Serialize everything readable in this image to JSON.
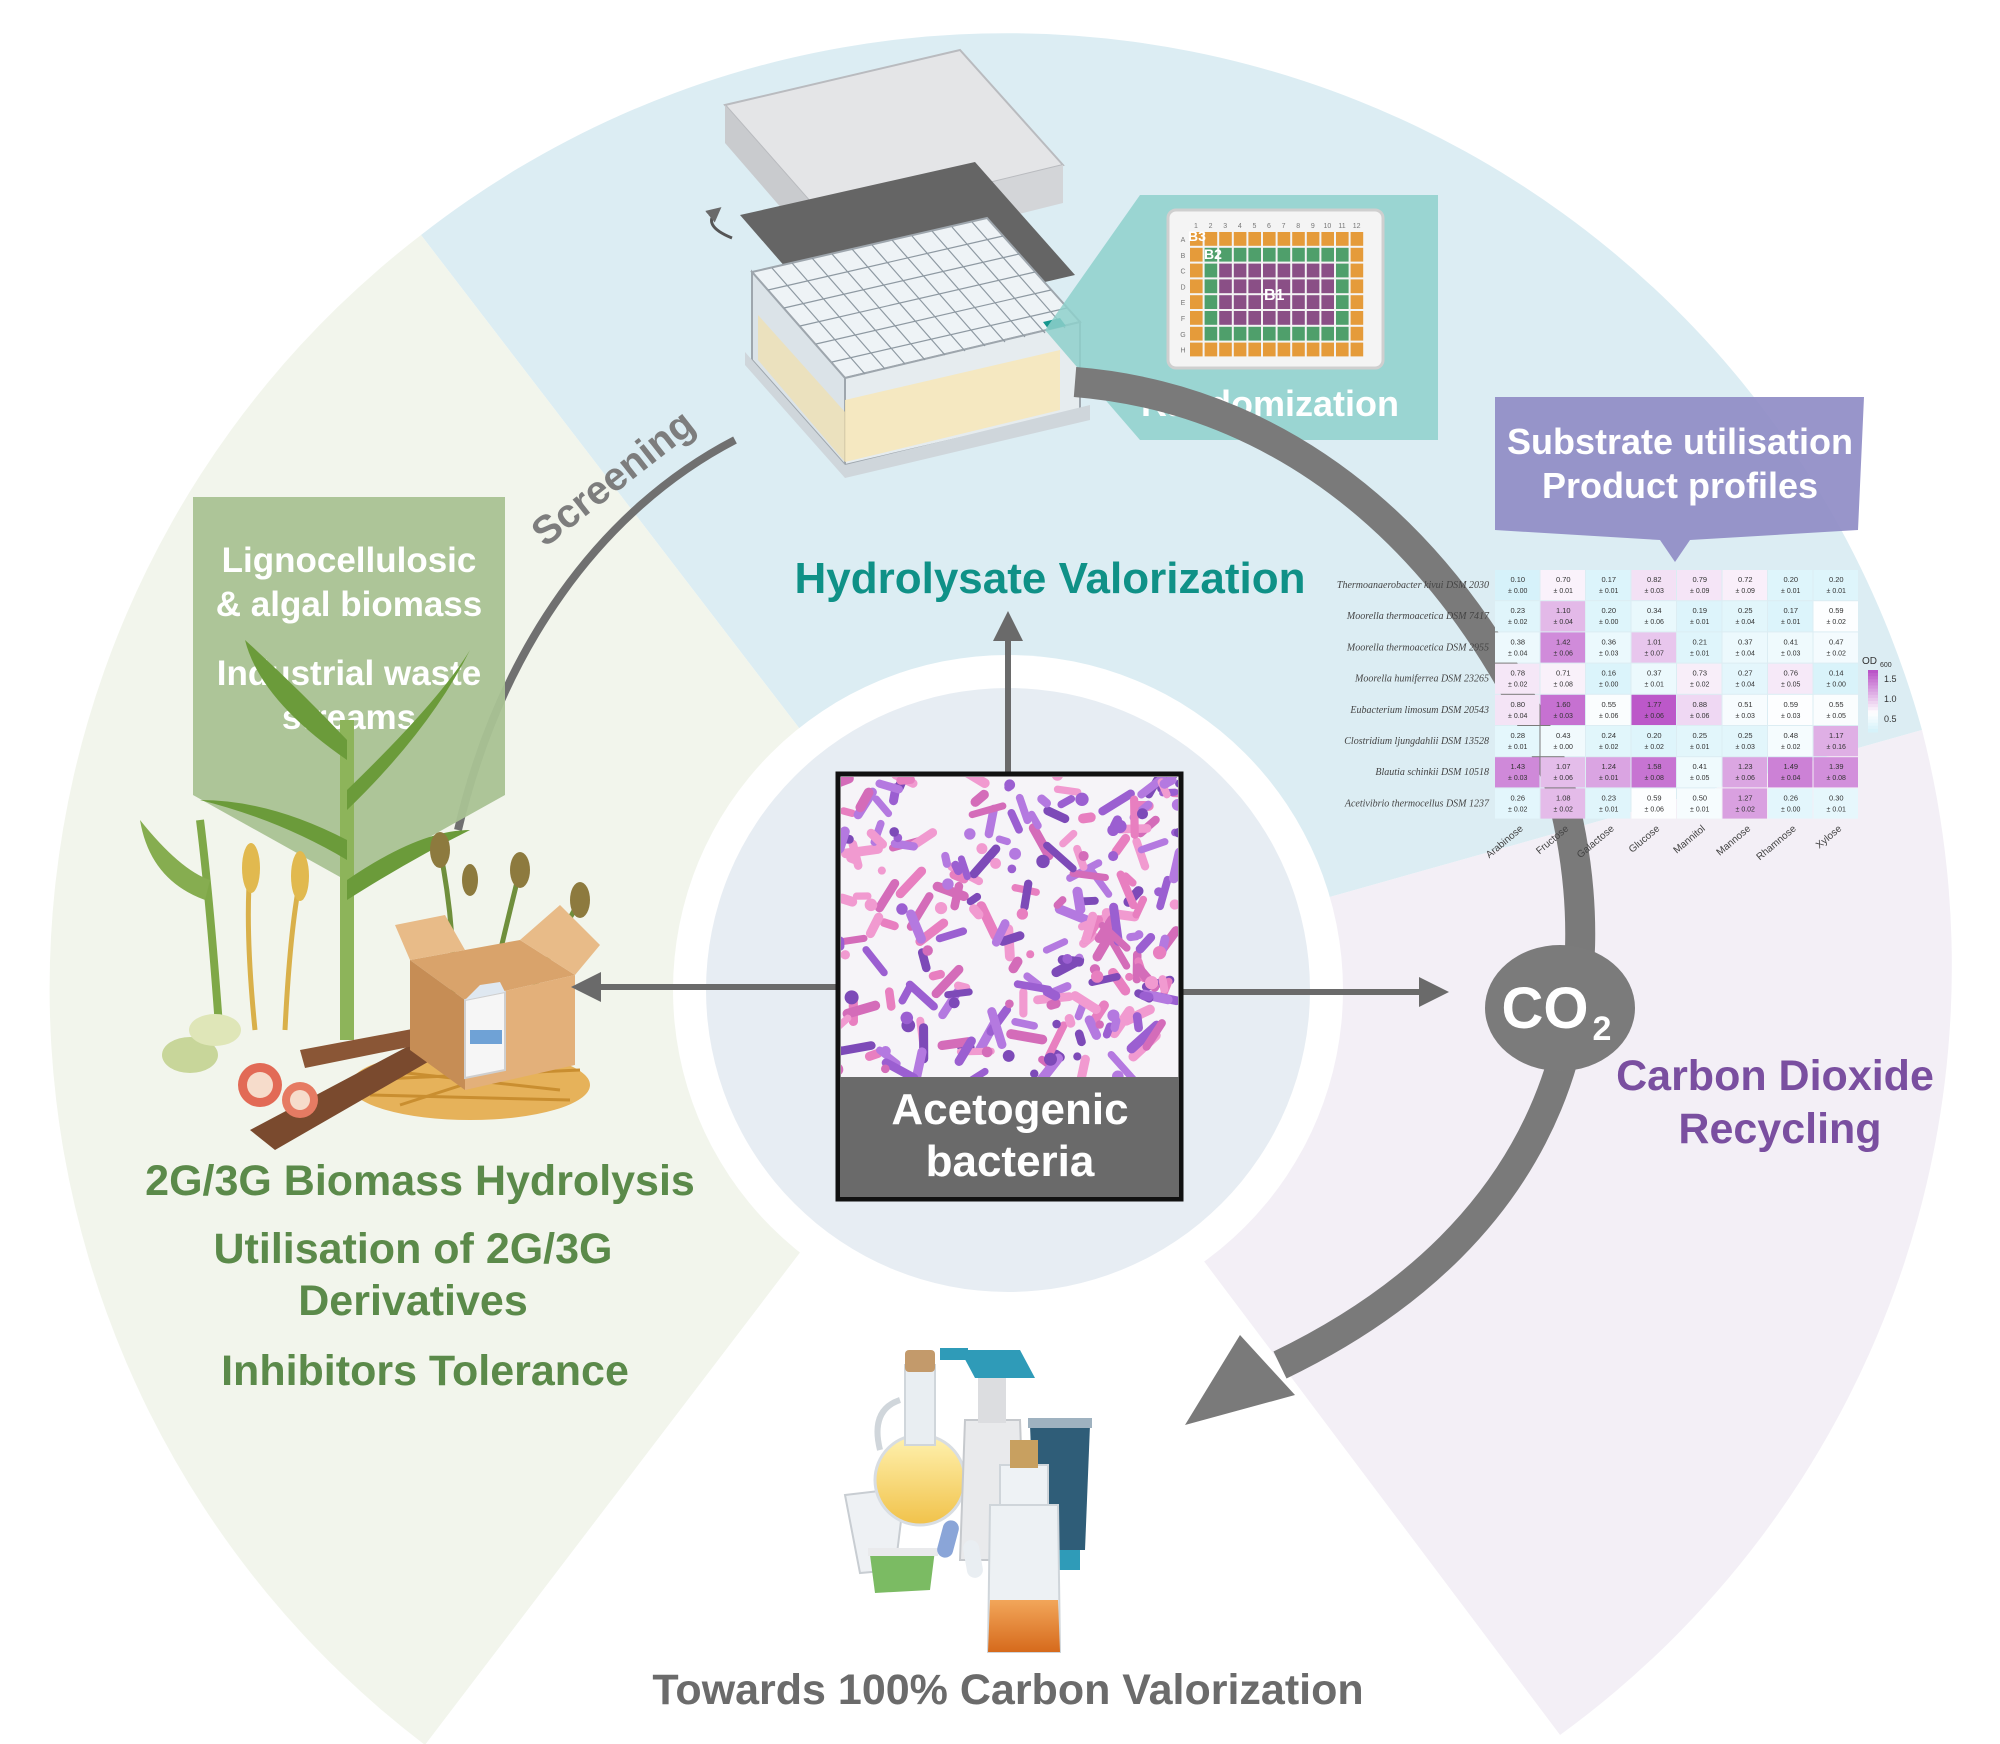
{
  "center": {
    "line1": "Acetogenic",
    "line2": "bacteria"
  },
  "screening": {
    "label": "Screening"
  },
  "randomization": {
    "label": "Randomization",
    "b1": "B1",
    "b2": "B2",
    "b3": "B3",
    "cols": [
      "1",
      "2",
      "3",
      "4",
      "5",
      "6",
      "7",
      "8",
      "9",
      "10",
      "11",
      "12"
    ],
    "rows": [
      "A",
      "B",
      "C",
      "D",
      "E",
      "F",
      "G",
      "H"
    ]
  },
  "hydrolysate": {
    "title": "Hydrolysate Valorization"
  },
  "substrate_box": {
    "line1": "Substrate utilisation",
    "line2": "Product profiles"
  },
  "feedstock_box": {
    "line1": "Lignocellulosic",
    "line2": "& algal biomass",
    "line3": "Industrial waste",
    "line4": "streams"
  },
  "left_section": {
    "line1": "2G/3G Biomass Hydrolysis",
    "line2": "Utilisation of 2G/3G",
    "line3": "Derivatives",
    "line4": "Inhibitors Tolerance"
  },
  "co2": {
    "main": "CO",
    "sub": "2"
  },
  "co2_section": {
    "line1": "Carbon Dioxide",
    "line2": "Recycling"
  },
  "bottom": {
    "title": "Towards 100% Carbon Valorization"
  },
  "heatmap": {
    "species": [
      "Thermoanaerobacter kivui DSM 2030",
      "Moorella thermoacetica DSM 7417",
      "Moorella thermoacetica DSM 2955",
      "Moorella humiferrea DSM 23265",
      "Eubacterium limosum DSM 20543",
      "Clostridium ljungdahlii DSM 13528",
      "Blautia schinkii DSM 10518",
      "Acetivibrio thermocellus DSM 1237"
    ],
    "substrates": [
      "Arabinose",
      "Fructose",
      "Galactose",
      "Glucose",
      "Mannitol",
      "Mannose",
      "Rhamnose",
      "Xylose"
    ],
    "values": [
      [
        0.1,
        0.7,
        0.17,
        0.82,
        0.79,
        0.72,
        0.2,
        0.2
      ],
      [
        0.23,
        1.1,
        0.2,
        0.34,
        0.19,
        0.25,
        0.17,
        0.59
      ],
      [
        0.38,
        1.42,
        0.36,
        1.01,
        0.21,
        0.37,
        0.41,
        0.47
      ],
      [
        0.78,
        0.71,
        0.16,
        0.37,
        0.73,
        0.27,
        0.76,
        0.14
      ],
      [
        0.8,
        1.6,
        0.55,
        1.77,
        0.88,
        0.51,
        0.59,
        0.55
      ],
      [
        0.28,
        0.43,
        0.24,
        0.2,
        0.25,
        0.25,
        0.48,
        1.17
      ],
      [
        1.43,
        1.07,
        1.24,
        1.58,
        0.41,
        1.23,
        1.49,
        1.39
      ],
      [
        0.26,
        1.08,
        0.23,
        0.59,
        0.5,
        1.27,
        0.26,
        0.3
      ]
    ],
    "errors": [
      [
        "± 0.00",
        "± 0.01",
        "± 0.01",
        "± 0.03",
        "± 0.09",
        "± 0.09",
        "± 0.01",
        "± 0.01"
      ],
      [
        "± 0.02",
        "± 0.04",
        "± 0.00",
        "± 0.06",
        "± 0.01",
        "± 0.04",
        "± 0.01",
        "± 0.02"
      ],
      [
        "± 0.04",
        "± 0.06",
        "± 0.03",
        "± 0.07",
        "± 0.01",
        "± 0.04",
        "± 0.03",
        "± 0.02"
      ],
      [
        "± 0.02",
        "± 0.08",
        "± 0.00",
        "± 0.01",
        "± 0.02",
        "± 0.04",
        "± 0.05",
        "± 0.00"
      ],
      [
        "± 0.04",
        "± 0.03",
        "± 0.06",
        "± 0.06",
        "± 0.06",
        "± 0.03",
        "± 0.03",
        "± 0.05"
      ],
      [
        "± 0.01",
        "± 0.00",
        "± 0.02",
        "± 0.02",
        "± 0.01",
        "± 0.03",
        "± 0.02",
        "± 0.16"
      ],
      [
        "± 0.03",
        "± 0.06",
        "± 0.01",
        "± 0.08",
        "± 0.05",
        "± 0.06",
        "± 0.04",
        "± 0.08"
      ],
      [
        "± 0.02",
        "± 0.02",
        "± 0.01",
        "± 0.06",
        "± 0.01",
        "± 0.02",
        "± 0.00",
        "± 0.01"
      ]
    ],
    "legend_title": "OD",
    "legend_sub": "600",
    "legend_ticks": [
      "1.5",
      "1.0",
      "0.5"
    ]
  },
  "colors": {
    "hydrolysate_teal": "#0f9187",
    "green_text": "#5b8a4a",
    "purple_text": "#7a4fa0",
    "grey_arrow": "#747474",
    "teal_sector": "#dcedf3",
    "green_sector": "#f2f5ec",
    "purple_sector": "#f3eff6"
  }
}
